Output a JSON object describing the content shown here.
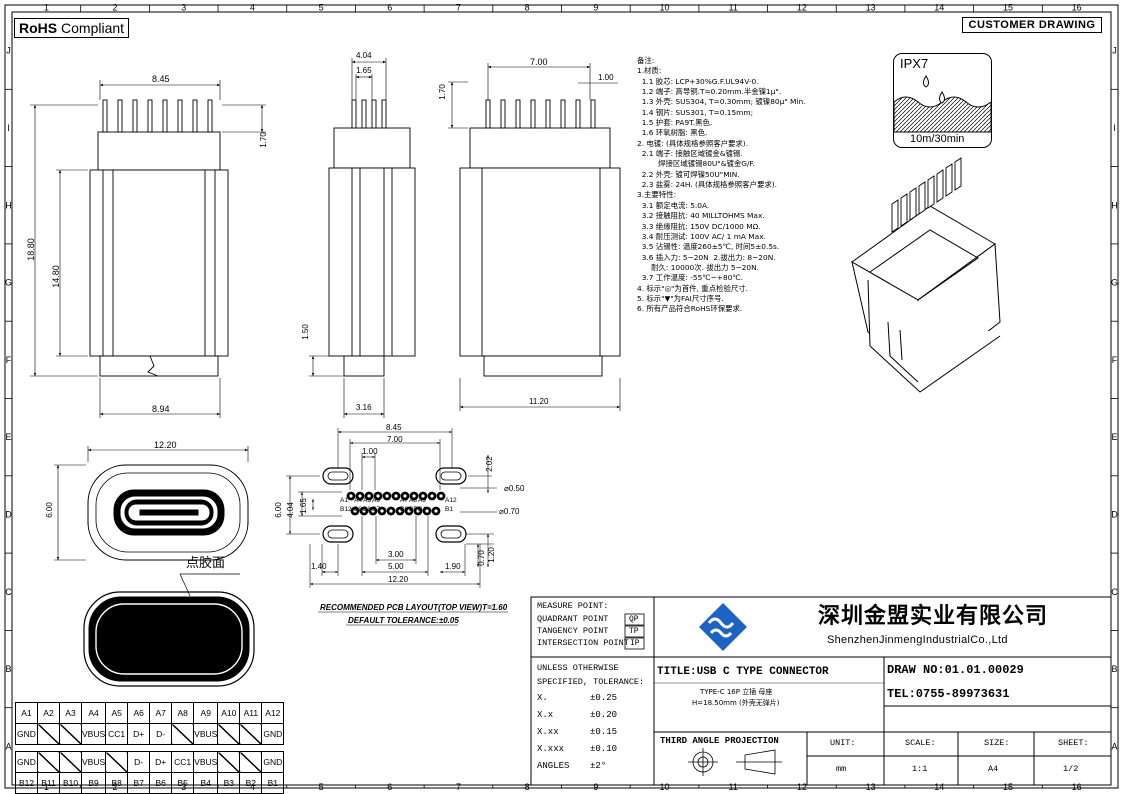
{
  "badges": {
    "rohs_bold": "RoHS",
    "rohs_text": "Compliant",
    "customer": "CUSTOMER DRAWING"
  },
  "frame": {
    "columns": [
      "1",
      "2",
      "3",
      "4",
      "5",
      "6",
      "7",
      "8",
      "9",
      "10",
      "11",
      "12",
      "13",
      "14",
      "15",
      "16"
    ],
    "rows": [
      "J",
      "I",
      "H",
      "G",
      "F",
      "E",
      "D",
      "C",
      "B",
      "A"
    ]
  },
  "dims": {
    "side_width": "8.45",
    "pin_height": "1.70",
    "total_height": "18.80",
    "body_height": "14.80",
    "bottom_width": "8.94",
    "front_pin_span": "4.04",
    "front_inner": "1.65",
    "front_shell": "1.50",
    "front_bottom": "3.16",
    "right_span": "7.00",
    "right_small": "1.00",
    "right_pin": "1.70",
    "right_bottom": "11.20",
    "mouth_width": "12.20",
    "mouth_height": "6.00",
    "pcb_overall": "8.45",
    "pcb_inner": "7.00",
    "pcb_pitch": "1.00",
    "pcb_vert": "2.02",
    "pcb_hole_small": "⌀0.50",
    "pcb_hole": "⌀0.70",
    "pcb_height": "6.00",
    "pcb_row": "4.04",
    "pcb_gap": "1.65",
    "pcb_3": "3.00",
    "pcb_5": "5.00",
    "pcb_140": "1.40",
    "pcb_190": "1.90",
    "pcb_070": "0.70",
    "pcb_120": "1.20",
    "pcb_width": "12.20"
  },
  "pcb_labels": {
    "top": [
      "A1",
      "A4",
      "A5",
      "A6",
      "A7",
      "A8",
      "A9",
      "A12"
    ],
    "bottom": [
      "B12",
      "B9",
      "B8",
      "B7",
      "B6",
      "B5",
      "B4",
      "B1"
    ]
  },
  "pcb_layout": {
    "title": "RECOMMENDED PCB LAYOUT(TOP VIEW)T=1.60",
    "tolerance": "DEFAULT TOLERANCE:±0.05"
  },
  "glue_label": "点胶面",
  "ipx": {
    "rating": "IPX7",
    "depth": "10m/30min"
  },
  "notes": [
    "备注:",
    "1.材质:",
    "  1.1 胶芯: LCP+30%G.F.UL94V-0.",
    "  1.2 端子: 高导铜.T=0.20mm.半金镍1μ\".",
    "  1.3 外壳: SUS304, T=0.30mm; 镀镍80μ\" Min.",
    "  1.4 钢片: SUS301, T=0.15mm;",
    "  1.5 护套: PA9T.黑色.",
    "  1.6 环氧树脂: 黑色.",
    "2. 电镀: (具体规格参照客户要求).",
    "  2.1 端子: 接触区域镀金&镀锡.",
    "         焊接区域镀锡80U\"&镀金G/F.",
    "  2.2 外壳: 镀可焊镍50U\"MIN.",
    "  2.3 盐雾: 24H. (具体规格参照客户要求).",
    "3.主要特性:",
    "  3.1 额定电流: 5.0A.",
    "  3.2 接触阻抗: 40 MILLTOHMS Max.",
    "  3.3 绝缘阻抗: 150V DC/1000 MΩ.",
    "  3.4 耐压测试: 100V AC/ 1 mA Max.",
    "  3.5 沾锡性: 温度260±5℃, 时间5±0.5s.",
    "  3.6 插入力: 5~20N  2.拔出力: 8~20N.",
    "      耐久: 10000次. 拔出力 5~20N.",
    "  3.7 工作温度: -55℃~+80℃.",
    "4. 标示\"◎\"为首件, 重点检验尺寸.",
    "5. 标示\"▼\"为FAI尺寸序号.",
    "6. 所有产品符合RoHS环保要求."
  ],
  "title_block": {
    "measure_title": "MEASURE POINT:",
    "measure": [
      {
        "label": "QUADRANT POINT",
        "code": "QP"
      },
      {
        "label": "TANGENCY POINT",
        "code": "TP"
      },
      {
        "label": "INTERSECTION POINT",
        "code": "IP"
      }
    ],
    "company_cn": "深圳金盟实业有限公司",
    "company_en": "ShenzhenJinmengIndustrialCo.,Ltd",
    "unless": "UNLESS OTHERWISE",
    "specified": "SPECIFIED, TOLERANCE:",
    "tolerances": [
      {
        "k": "X.",
        "v": "±0.25"
      },
      {
        "k": "X.x",
        "v": "±0.20"
      },
      {
        "k": "X.xx",
        "v": "±0.15"
      },
      {
        "k": "X.xxx",
        "v": "±0.10"
      },
      {
        "k": "ANGLES",
        "v": "±2°"
      }
    ],
    "title": "TITLE:USB C TYPE CONNECTOR",
    "subtitle1": "TYPE-C 16P 立插 母座",
    "subtitle2": "H=18.50mm (外壳无弹片)",
    "draw_no": "DRAW NO:01.01.00029",
    "tel": "TEL:0755-89973631",
    "projection": "THIRD ANGLE PROJECTION",
    "unit_label": "UNIT:",
    "unit": "mm",
    "scale_label": "SCALE:",
    "scale": "1:1",
    "size_label": "SIZE:",
    "size": "A4",
    "sheet_label": "SHEET:",
    "sheet": "1/2"
  },
  "pin_table": {
    "row1": [
      "A1",
      "A2",
      "A3",
      "A4",
      "A5",
      "A6",
      "A7",
      "A8",
      "A9",
      "A10",
      "A11",
      "A12"
    ],
    "row2": [
      "GND",
      "",
      "",
      "VBUS",
      "CC1",
      "D+",
      "D-",
      "",
      "VBUS",
      "",
      "",
      "GND"
    ],
    "row3": [
      "GND",
      "",
      "",
      "VBUS",
      "",
      "D-",
      "D+",
      "CC1",
      "VBUS",
      "",
      "",
      "GND"
    ],
    "row4": [
      "B12",
      "B11",
      "B10",
      "B9",
      "B8",
      "B7",
      "B6",
      "B5",
      "B4",
      "B3",
      "B2",
      "B1"
    ]
  },
  "colors": {
    "logo_blue": "#1e62c4",
    "ink": "#000000"
  }
}
